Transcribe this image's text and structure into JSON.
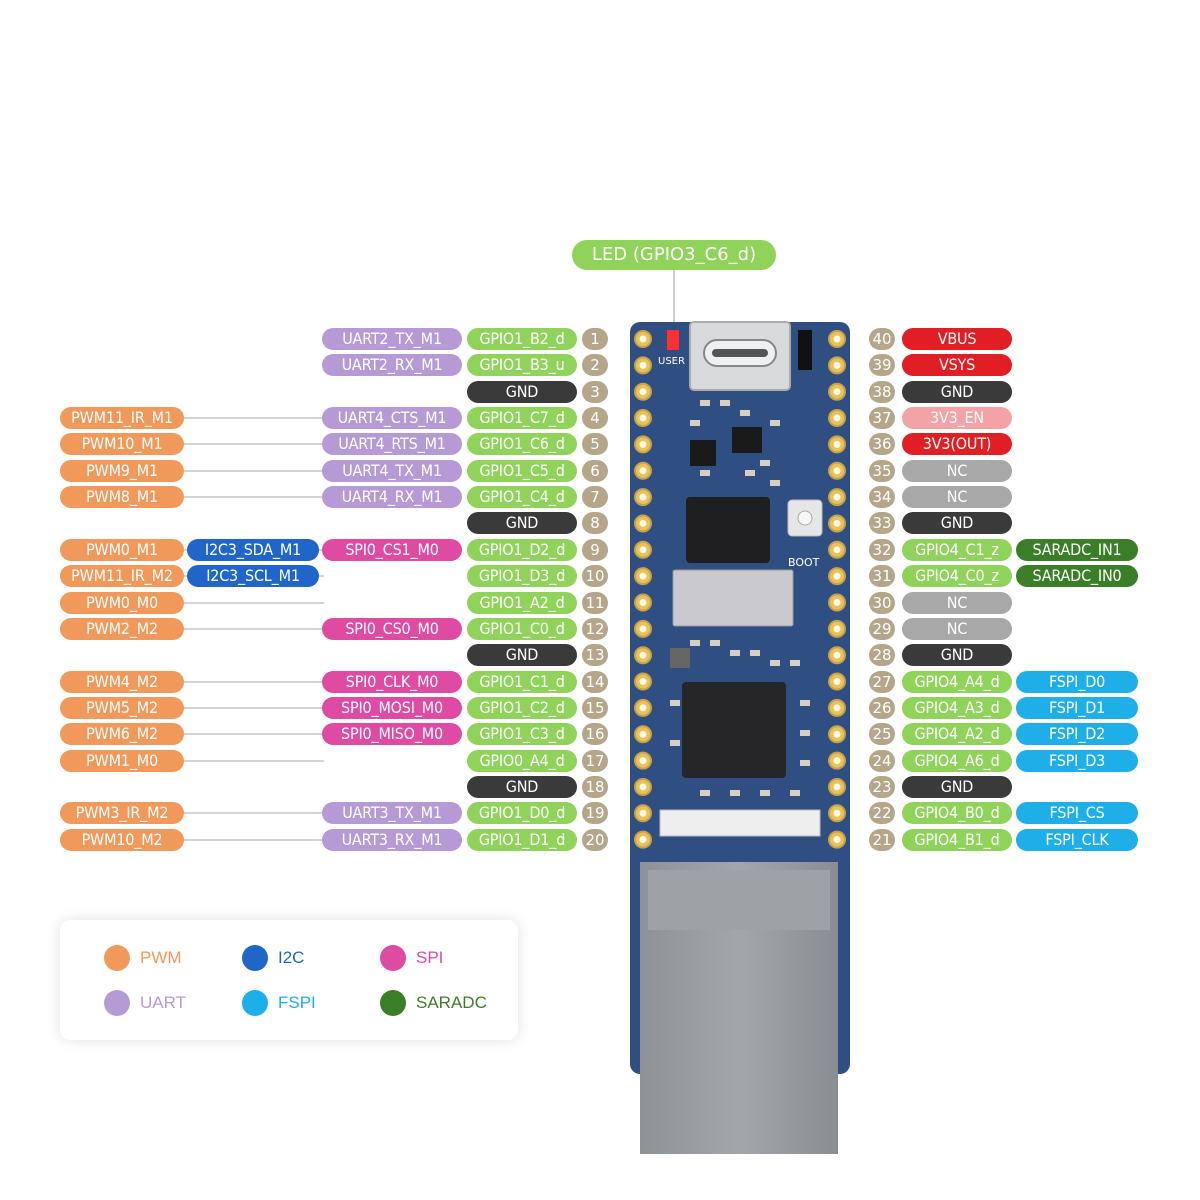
{
  "led_label": "LED (GPIO3_C6_d)",
  "board": {
    "user_label": "USER",
    "boot_label": "BOOT"
  },
  "colors": {
    "PWM": "#f1995a",
    "UART": "#b59ad6",
    "I2C": "#1f66c8",
    "SPI": "#df4aa3",
    "FSPI": "#1eaee8",
    "SARADC": "#3a7f28",
    "GPIO": "#8fd35a",
    "GND": "#3a3a3a",
    "POWER": "#e01e23",
    "EN": "#f3a3a6",
    "NC": "#a8a8a8",
    "NUM": "#b5a68a"
  },
  "left_pins": [
    {
      "num": "1",
      "gpio": "GPIO1_B2_d",
      "a": {
        "t": "UART2_TX_M1",
        "c": "UART"
      }
    },
    {
      "num": "2",
      "gpio": "GPIO1_B3_u",
      "a": {
        "t": "UART2_RX_M1",
        "c": "UART"
      }
    },
    {
      "num": "3",
      "gpio": "GND",
      "g": "GND"
    },
    {
      "num": "4",
      "gpio": "GPIO1_C7_d",
      "a": {
        "t": "UART4_CTS_M1",
        "c": "UART"
      },
      "p": "PWM11_IR_M1"
    },
    {
      "num": "5",
      "gpio": "GPIO1_C6_d",
      "a": {
        "t": "UART4_RTS_M1",
        "c": "UART"
      },
      "p": "PWM10_M1"
    },
    {
      "num": "6",
      "gpio": "GPIO1_C5_d",
      "a": {
        "t": "UART4_TX_M1",
        "c": "UART"
      },
      "p": "PWM9_M1"
    },
    {
      "num": "7",
      "gpio": "GPIO1_C4_d",
      "a": {
        "t": "UART4_RX_M1",
        "c": "UART"
      },
      "p": "PWM8_M1"
    },
    {
      "num": "8",
      "gpio": "GND",
      "g": "GND"
    },
    {
      "num": "9",
      "gpio": "GPIO1_D2_d",
      "a": {
        "t": "SPI0_CS1_M0",
        "c": "SPI"
      },
      "b": {
        "t": "I2C3_SDA_M1",
        "c": "I2C"
      },
      "p": "PWM0_M1"
    },
    {
      "num": "10",
      "gpio": "GPIO1_D3_d",
      "b": {
        "t": "I2C3_SCL_M1",
        "c": "I2C"
      },
      "p": "PWM11_IR_M2"
    },
    {
      "num": "11",
      "gpio": "GPIO1_A2_d",
      "p": "PWM0_M0"
    },
    {
      "num": "12",
      "gpio": "GPIO1_C0_d",
      "a": {
        "t": "SPI0_CS0_M0",
        "c": "SPI"
      },
      "p": "PWM2_M2"
    },
    {
      "num": "13",
      "gpio": "GND",
      "g": "GND"
    },
    {
      "num": "14",
      "gpio": "GPIO1_C1_d",
      "a": {
        "t": "SPI0_CLK_M0",
        "c": "SPI"
      },
      "p": "PWM4_M2"
    },
    {
      "num": "15",
      "gpio": "GPIO1_C2_d",
      "a": {
        "t": "SPI0_MOSI_M0",
        "c": "SPI"
      },
      "p": "PWM5_M2"
    },
    {
      "num": "16",
      "gpio": "GPIO1_C3_d",
      "a": {
        "t": "SPI0_MISO_M0",
        "c": "SPI"
      },
      "p": "PWM6_M2"
    },
    {
      "num": "17",
      "gpio": "GPIO0_A4_d",
      "p": "PWM1_M0"
    },
    {
      "num": "18",
      "gpio": "GND",
      "g": "GND"
    },
    {
      "num": "19",
      "gpio": "GPIO1_D0_d",
      "a": {
        "t": "UART3_TX_M1",
        "c": "UART"
      },
      "p": "PWM3_IR_M2"
    },
    {
      "num": "20",
      "gpio": "GPIO1_D1_d",
      "a": {
        "t": "UART3_RX_M1",
        "c": "UART"
      },
      "p": "PWM10_M2"
    }
  ],
  "right_pins": [
    {
      "num": "40",
      "name": "VBUS",
      "c": "POWER"
    },
    {
      "num": "39",
      "name": "VSYS",
      "c": "POWER"
    },
    {
      "num": "38",
      "name": "GND",
      "c": "GND"
    },
    {
      "num": "37",
      "name": "3V3_EN",
      "c": "EN"
    },
    {
      "num": "36",
      "name": "3V3(OUT)",
      "c": "POWER"
    },
    {
      "num": "35",
      "name": "NC",
      "c": "NC"
    },
    {
      "num": "34",
      "name": "NC",
      "c": "NC"
    },
    {
      "num": "33",
      "name": "GND",
      "c": "GND"
    },
    {
      "num": "32",
      "name": "GPIO4_C1_z",
      "c": "GPIO",
      "x": {
        "t": "SARADC_IN1",
        "c": "SARADC"
      }
    },
    {
      "num": "31",
      "name": "GPIO4_C0_z",
      "c": "GPIO",
      "x": {
        "t": "SARADC_IN0",
        "c": "SARADC"
      }
    },
    {
      "num": "30",
      "name": "NC",
      "c": "NC"
    },
    {
      "num": "29",
      "name": "NC",
      "c": "NC"
    },
    {
      "num": "28",
      "name": "GND",
      "c": "GND"
    },
    {
      "num": "27",
      "name": "GPIO4_A4_d",
      "c": "GPIO",
      "x": {
        "t": "FSPI_D0",
        "c": "FSPI"
      }
    },
    {
      "num": "26",
      "name": "GPIO4_A3_d",
      "c": "GPIO",
      "x": {
        "t": "FSPI_D1",
        "c": "FSPI"
      }
    },
    {
      "num": "25",
      "name": "GPIO4_A2_d",
      "c": "GPIO",
      "x": {
        "t": "FSPI_D2",
        "c": "FSPI"
      }
    },
    {
      "num": "24",
      "name": "GPIO4_A6_d",
      "c": "GPIO",
      "x": {
        "t": "FSPI_D3",
        "c": "FSPI"
      }
    },
    {
      "num": "23",
      "name": "GND",
      "c": "GND"
    },
    {
      "num": "22",
      "name": "GPIO4_B0_d",
      "c": "GPIO",
      "x": {
        "t": "FSPI_CS",
        "c": "FSPI"
      }
    },
    {
      "num": "21",
      "name": "GPIO4_B1_d",
      "c": "GPIO",
      "x": {
        "t": "FSPI_CLK",
        "c": "FSPI"
      }
    }
  ],
  "legend": [
    {
      "label": "PWM",
      "c": "PWM"
    },
    {
      "label": "I2C",
      "c": "I2C"
    },
    {
      "label": "SPI",
      "c": "SPI"
    },
    {
      "label": "UART",
      "c": "UART"
    },
    {
      "label": "FSPI",
      "c": "FSPI"
    },
    {
      "label": "SARADC",
      "c": "SARADC"
    }
  ]
}
